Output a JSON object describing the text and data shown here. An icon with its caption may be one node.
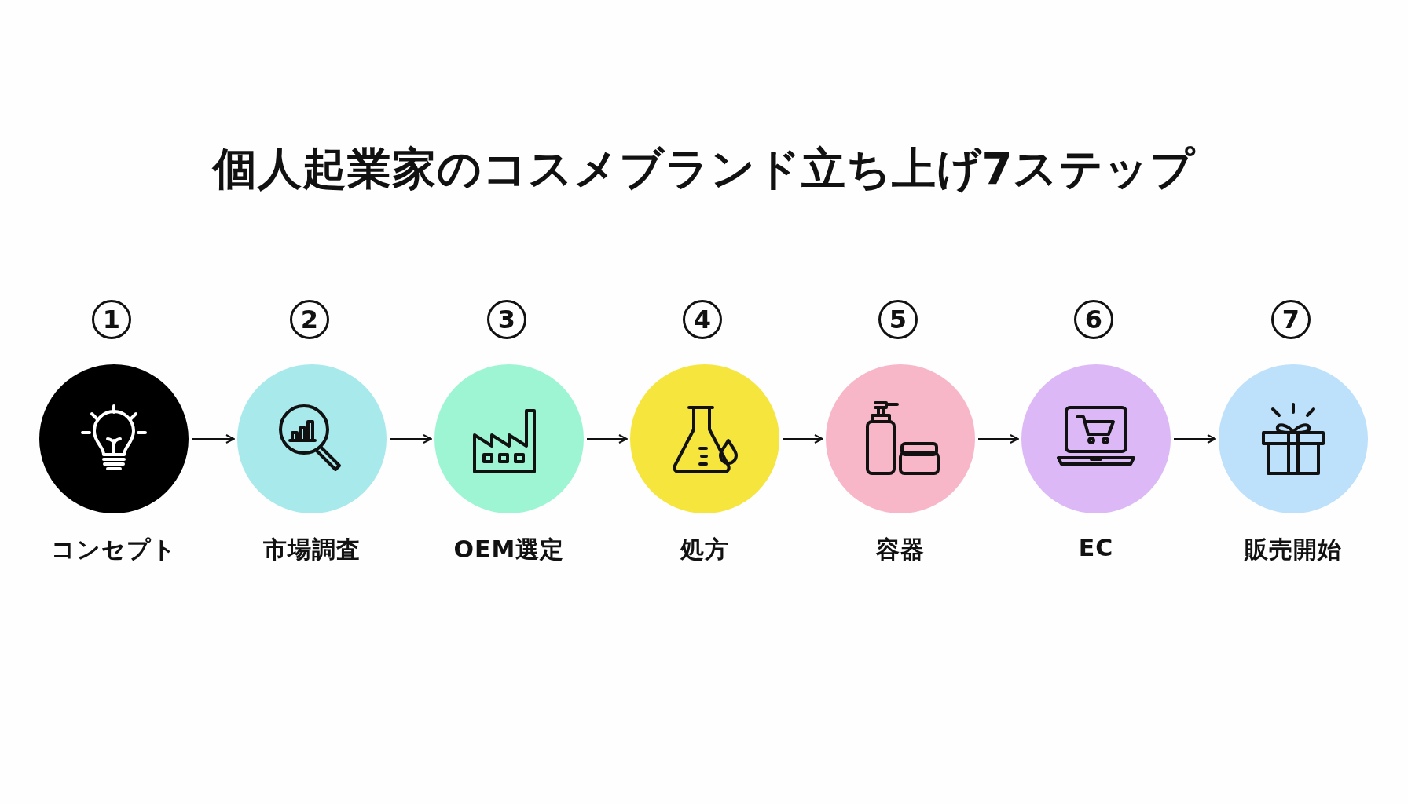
{
  "diagram": {
    "title": "個人起業家のコスメブランド立ち上げ7ステップ",
    "nodes": [
      {
        "text": [
          "1",
          "コンセプト"
        ]
      },
      {
        "text": [
          "2",
          "市場調査"
        ]
      },
      {
        "text": [
          "3",
          "OEM選定"
        ]
      },
      {
        "text": [
          "4",
          "処方"
        ]
      },
      {
        "text": [
          "5",
          "容器"
        ]
      },
      {
        "text": [
          "6",
          "EC"
        ]
      },
      {
        "text": [
          "7",
          "販売開始"
        ]
      }
    ],
    "edges": [
      {
        "from": 0,
        "to": 1,
        "arrow": "to"
      },
      {
        "from": 1,
        "to": 2,
        "arrow": "to"
      },
      {
        "from": 2,
        "to": 3,
        "arrow": "to"
      },
      {
        "from": 3,
        "to": 4,
        "arrow": "to"
      },
      {
        "from": 4,
        "to": 5,
        "arrow": "to"
      },
      {
        "from": 5,
        "to": 6,
        "arrow": "to"
      }
    ]
  }
}
